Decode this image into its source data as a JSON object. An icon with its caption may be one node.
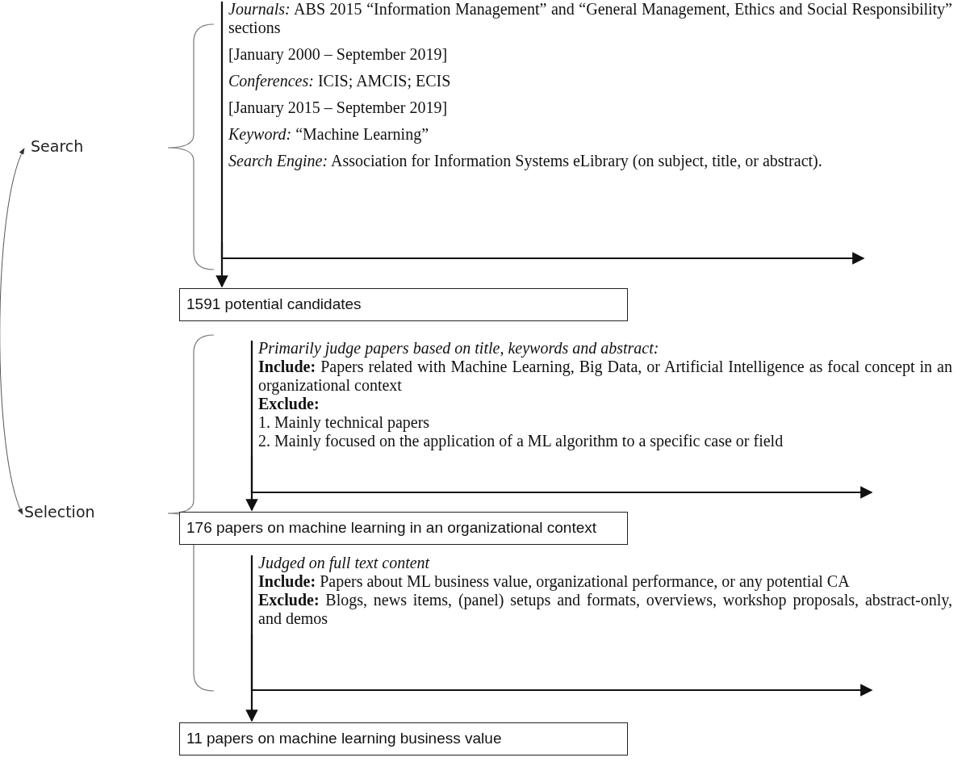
{
  "diagram": {
    "nodes": [
      {
        "text": [
          "Search"
        ]
      },
      {
        "text": [
          "Selection"
        ]
      },
      {
        "text": [
          "*Journals:* ABS 2015 “Information Management” and “General Management, Ethics and Social Responsibility” sections",
          "[January 2000 – September 2019]",
          "*Conferences:* ICIS; AMCIS; ECIS",
          "[January 2015 – September 2019]",
          "*Keyword:* “Machine Learning”",
          "*Search Engine:* Association for Information Systems eLibrary (on subject, title, or abstract)."
        ]
      },
      {
        "text": [
          "1591 potential candidates"
        ]
      },
      {
        "text": [
          "Primarily judge papers based on title, keywords and abstract:",
          "**Include:** Papers related with Machine Learning, Big Data, or Artificial Intelligence as focal concept in an organizational context",
          "Exclude:",
          "1. Mainly technical papers",
          "2. Mainly focused on the application of a ML algorithm to a specific case or field"
        ]
      },
      {
        "text": [
          "176 papers on machine learning in an organizational context"
        ]
      },
      {
        "text": [
          "Judged on full text content",
          "**Include:** Papers about ML business value, organizational performance, or any potential CA",
          "**Exclude:** Blogs, news items, (panel) setups and formats, overviews, workshop proposals, abstract-only, and demos"
        ]
      },
      {
        "text": [
          "11 papers on machine learning business value"
        ]
      }
    ],
    "edges": [
      {
        "from": 0,
        "to": 1,
        "arrow": "both"
      },
      {
        "from": 2,
        "to": 3,
        "arrow": "to"
      },
      {
        "from": 2,
        "to": null,
        "arrow": "to"
      },
      {
        "from": 4,
        "to": 5,
        "arrow": "to"
      },
      {
        "from": 4,
        "to": null,
        "arrow": "to"
      },
      {
        "from": 6,
        "to": 7,
        "arrow": "to"
      },
      {
        "from": 6,
        "to": null,
        "arrow": "to"
      }
    ]
  }
}
